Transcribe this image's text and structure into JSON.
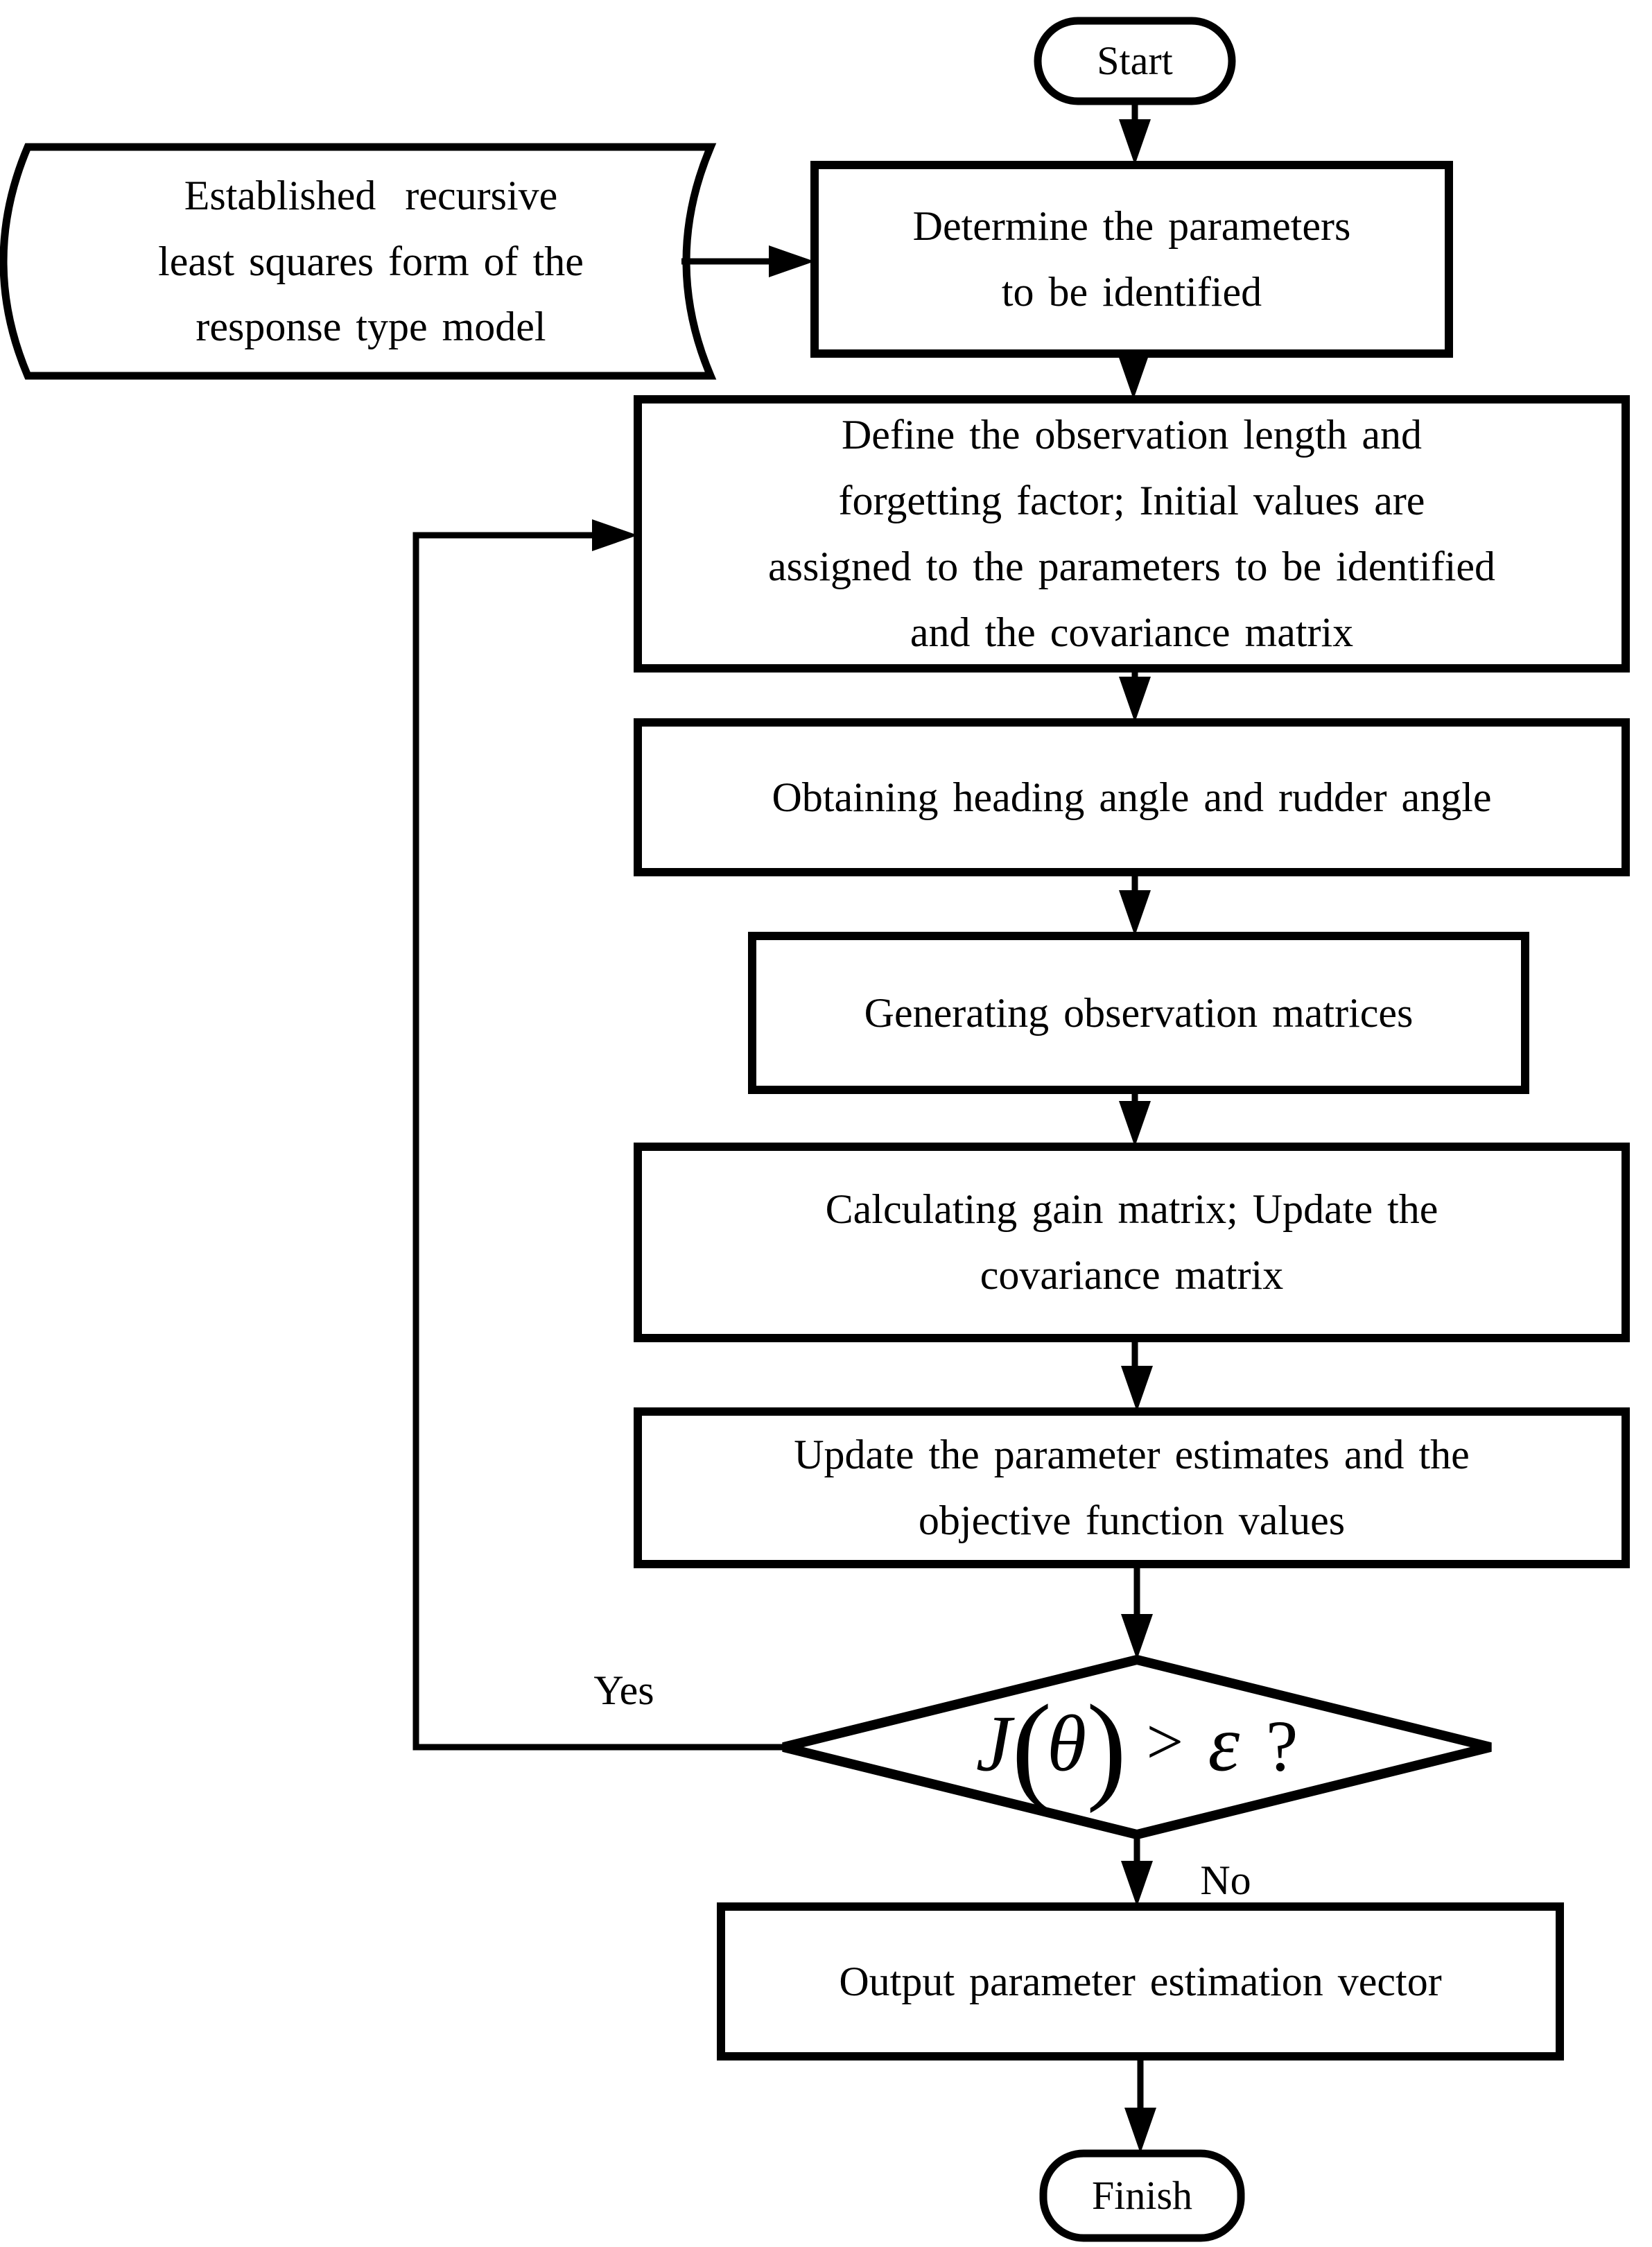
{
  "colors": {
    "stroke": "#000000",
    "background": "#ffffff"
  },
  "nodes": {
    "start": {
      "type": "terminator",
      "label": "Start"
    },
    "input_model": {
      "type": "stored-data",
      "lines": [
        "Established  recursive",
        "least squares form of the",
        "response type model"
      ]
    },
    "determine": {
      "type": "process",
      "lines": [
        "Determine the parameters",
        "to be identified"
      ]
    },
    "define": {
      "type": "process",
      "lines": [
        "Define the observation length and",
        "forgetting factor; Initial values are",
        "assigned to the parameters to be identified",
        "and the covariance matrix"
      ]
    },
    "obtaining": {
      "type": "process",
      "lines": [
        "Obtaining heading angle and rudder angle"
      ]
    },
    "generating": {
      "type": "process",
      "lines": [
        "Generating observation matrices"
      ]
    },
    "calculating": {
      "type": "process",
      "lines": [
        "Calculating gain matrix; Update the",
        "covariance matrix"
      ]
    },
    "update": {
      "type": "process",
      "lines": [
        "Update the parameter estimates and the",
        "objective function values"
      ]
    },
    "decision": {
      "type": "decision",
      "formula_text": "J(θ) > ε ?",
      "formula_parts": [
        {
          "text": "J",
          "style": "italic"
        },
        {
          "text": "(",
          "style": "paren"
        },
        {
          "text": "θ",
          "style": "italic"
        },
        {
          "text": ")",
          "style": "paren"
        },
        {
          "text": " > ",
          "style": "rel"
        },
        {
          "text": "ε",
          "style": "italic"
        },
        {
          "text": " ?",
          "style": "plain"
        }
      ]
    },
    "output": {
      "type": "process",
      "lines": [
        "Output parameter estimation vector"
      ]
    },
    "finish": {
      "type": "terminator",
      "label": "Finish"
    }
  },
  "edges": {
    "yes_label": "Yes",
    "no_label": "No"
  }
}
